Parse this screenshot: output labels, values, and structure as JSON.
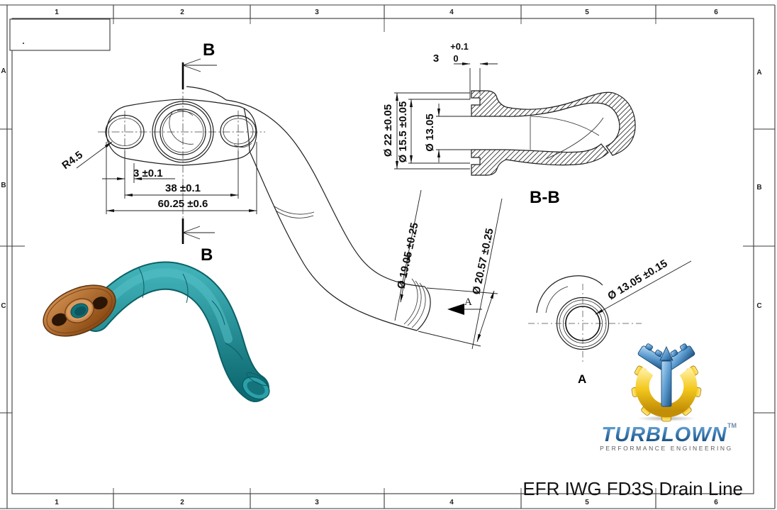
{
  "sheet": {
    "title": "EFR IWG FD3S Drain Line",
    "zones": {
      "columns": [
        "1",
        "2",
        "3",
        "4",
        "5",
        "6"
      ],
      "rows": [
        "A",
        "B",
        "C"
      ]
    }
  },
  "views": {
    "front": {
      "section_label": "B",
      "dims": {
        "radius": "R4.5",
        "offset": "3 ±0.1",
        "spacing": "38 ±0.1",
        "width": "60.25 ±0.6"
      }
    },
    "section_bb": {
      "label": "B-B",
      "dims": {
        "depth": "3",
        "tol_plus": "+0.1",
        "tol_zero": "0",
        "d22": "Ø 22 ±0.05",
        "d155": "Ø 15.5 ±0.05",
        "d13": "Ø 13.05"
      }
    },
    "main": {
      "view_arrow_label": "A",
      "dims": {
        "d19": "Ø 19.05 ±0.25",
        "d20": "Ø 20.57 ±0.25"
      }
    },
    "view_a": {
      "label": "A",
      "dim": "Ø 13.05 ±0.15"
    }
  },
  "logo": {
    "brand": "TURBLOWN",
    "trademark": "TM",
    "tagline": "PERFORMANCE ENGINEERING"
  },
  "colors": {
    "teal": "#178a92",
    "teal_dark": "#0b5e66",
    "copper": "#b9712f",
    "gold": "#f0c11c",
    "logo_blue": "#2f6ea6",
    "line": "#1f1f1f"
  }
}
